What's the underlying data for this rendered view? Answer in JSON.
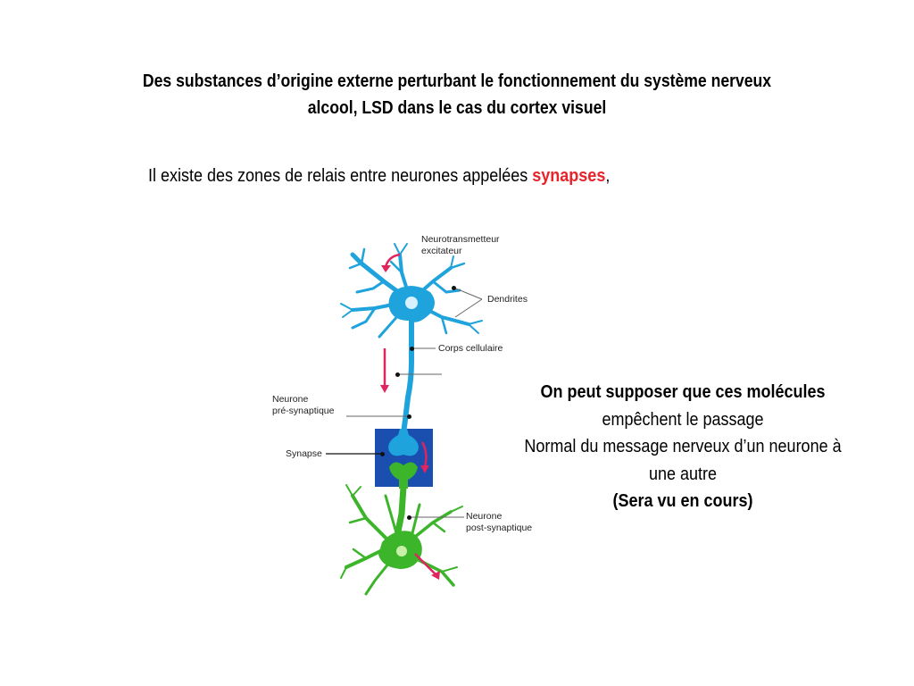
{
  "slide": {
    "title_line1": "Des substances d’origine externe perturbant le fonctionnement du système nerveux",
    "title_line2": "alcool, LSD dans le cas du cortex visuel",
    "intro_text": "Il existe des zones de relais entre neurones appelées ",
    "intro_keyword": "synapses",
    "intro_end": ",",
    "side_bold": "On peut supposer que ces molécules",
    "side_line2": "empêchent le passage",
    "side_line3": "Normal du message nerveux d’un neurone à",
    "side_line4": "une autre",
    "side_note": "(Sera vu en cours)"
  },
  "figure": {
    "labels": {
      "neurotransmetteur_l1": "Neurotransmetteur",
      "neurotransmetteur_l2": "excitateur",
      "dendrites": "Dendrites",
      "corps": "Corps cellulaire",
      "pre_l1": "Neurone",
      "pre_l2": "pré-synaptique",
      "synapse": "Synapse",
      "post_l1": "Neurone",
      "post_l2": "post-synaptique"
    }
  },
  "colors": {
    "keyword": "#e8232a",
    "neuron_blue": "#1fa3dc",
    "synapse_box": "#1a4fb0",
    "neuron_green": "#3cb52b",
    "arrow": "#e0245e"
  }
}
